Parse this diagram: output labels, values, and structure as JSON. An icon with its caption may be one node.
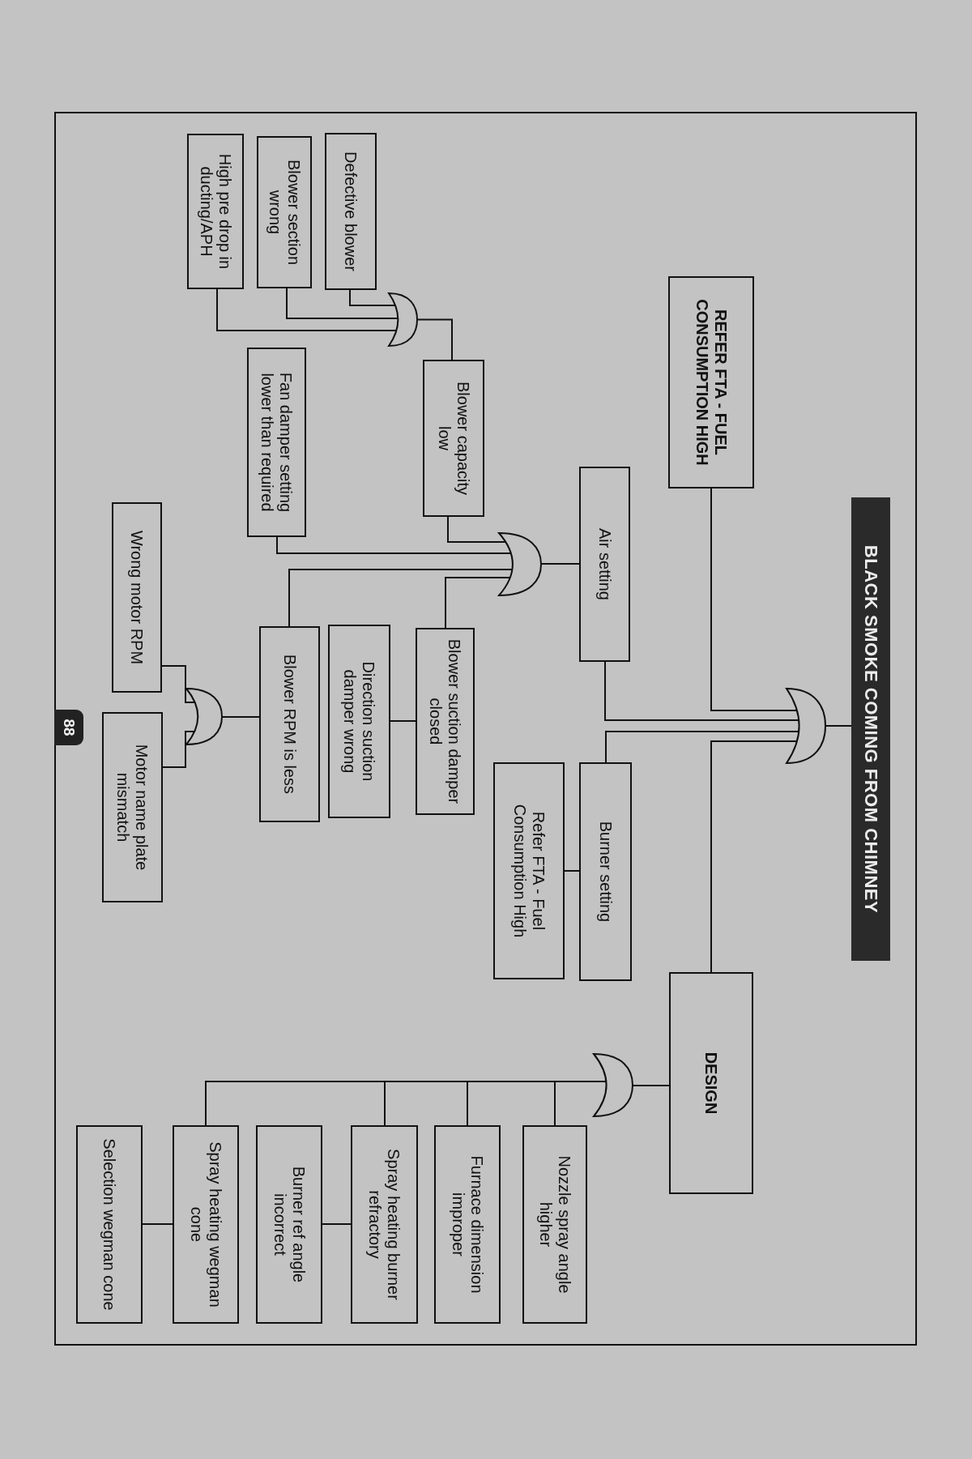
{
  "diagram": {
    "nodes": [
      {
        "text": [
          "BLACK SMOKE COMING FROM CHIMNEY"
        ]
      },
      {
        "text": [],
        "shape": "gate"
      },
      {
        "text": [
          "REFER FTA - FUEL CONSUMPTION HIGH"
        ]
      },
      {
        "text": [
          "Air setting"
        ]
      },
      {
        "text": [
          "Burner setting"
        ]
      },
      {
        "text": [
          "DESIGN"
        ]
      },
      {
        "text": [
          "Refer FTA - Fuel Consumption High"
        ]
      },
      {
        "text": [],
        "shape": "gate"
      },
      {
        "text": [
          "Blower capacity low"
        ]
      },
      {
        "text": [
          "Blower suction damper closed"
        ]
      },
      {
        "text": [
          "Fan damper setting lower than required"
        ]
      },
      {
        "text": [
          "Blower RPM is less"
        ]
      },
      {
        "text": [
          "Direction suction damper wrong"
        ]
      },
      {
        "text": [],
        "shape": "gate"
      },
      {
        "text": [
          "Defective blower"
        ]
      },
      {
        "text": [
          "Blower section wrong"
        ]
      },
      {
        "text": [
          "High pre drop in ducting/APH"
        ]
      },
      {
        "text": [],
        "shape": "gate"
      },
      {
        "text": [
          "Wrong motor RPM"
        ]
      },
      {
        "text": [
          "Motor name plate mismatch"
        ]
      },
      {
        "text": [],
        "shape": "gate"
      },
      {
        "text": [
          "Nozzle spray angle higher"
        ]
      },
      {
        "text": [
          "Furnace dimension improper"
        ]
      },
      {
        "text": [
          "Spray heating burner refractory"
        ]
      },
      {
        "text": [
          "Burner ref angle incorrect"
        ]
      },
      {
        "text": [
          "Spray heating wegman cone"
        ]
      },
      {
        "text": [
          "Selection wegman cone"
        ]
      }
    ],
    "edges": [
      {
        "from": 1,
        "to": 0,
        "arrow": "none"
      },
      {
        "from": 2,
        "to": 1,
        "arrow": "none"
      },
      {
        "from": 3,
        "to": 1,
        "arrow": "none"
      },
      {
        "from": 4,
        "to": 1,
        "arrow": "none"
      },
      {
        "from": 5,
        "to": 1,
        "arrow": "none"
      },
      {
        "from": 6,
        "to": 4,
        "arrow": "none"
      },
      {
        "from": 7,
        "to": 3,
        "arrow": "none"
      },
      {
        "from": 8,
        "to": 7,
        "arrow": "none"
      },
      {
        "from": 10,
        "to": 7,
        "arrow": "none"
      },
      {
        "from": 11,
        "to": 7,
        "arrow": "none"
      },
      {
        "from": 9,
        "to": 7,
        "arrow": "none"
      },
      {
        "from": 12,
        "to": 9,
        "arrow": "none"
      },
      {
        "from": 13,
        "to": 8,
        "arrow": "none"
      },
      {
        "from": 14,
        "to": 13,
        "arrow": "none"
      },
      {
        "from": 15,
        "to": 13,
        "arrow": "none"
      },
      {
        "from": 16,
        "to": 13,
        "arrow": "none"
      },
      {
        "from": 17,
        "to": 11,
        "arrow": "none"
      },
      {
        "from": 18,
        "to": 17,
        "arrow": "none"
      },
      {
        "from": 19,
        "to": 17,
        "arrow": "none"
      },
      {
        "from": 20,
        "to": 5,
        "arrow": "none"
      },
      {
        "from": 21,
        "to": 20,
        "arrow": "none"
      },
      {
        "from": 22,
        "to": 20,
        "arrow": "none"
      },
      {
        "from": 23,
        "to": 20,
        "arrow": "none"
      },
      {
        "from": 25,
        "to": 20,
        "arrow": "none"
      },
      {
        "from": 24,
        "to": 23,
        "arrow": "none"
      },
      {
        "from": 26,
        "to": 25,
        "arrow": "none"
      }
    ],
    "labels": [
      "88"
    ]
  }
}
